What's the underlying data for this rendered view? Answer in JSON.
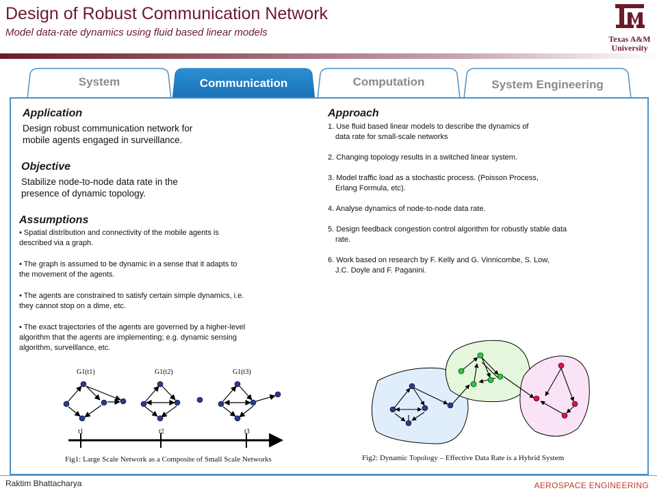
{
  "header": {
    "title": "Design of Robust Communication Network",
    "subtitle": "Model data-rate dynamics using fluid based linear models",
    "logo_text_1": "Texas A&M",
    "logo_text_2": "University",
    "brand_color": "#6b1a2a"
  },
  "tabs": [
    {
      "label": "System",
      "active": false
    },
    {
      "label": "Communication",
      "active": true
    },
    {
      "label": "Computation",
      "active": false
    },
    {
      "label": "System Engineering",
      "active": false
    }
  ],
  "left": {
    "application_heading": "Application",
    "application_lines": [
      "Design robust communication network for",
      "mobile agents engaged in surveillance."
    ],
    "objective_heading": "Objective",
    "objective_lines": [
      "Stabilize node-to-node data rate in the",
      "presence of dynamic topology."
    ],
    "assumptions_heading": "Assumptions",
    "assumptions": [
      [
        "• Spatial distribution and connectivity of the mobile agents is",
        "described via a graph."
      ],
      [
        "• The graph is assumed to be dynamic in a sense that it adapts to",
        "the movement of the agents."
      ],
      [
        "• The agents are constrained to satisfy certain simple dynamics, i.e.",
        "they cannot stop on a dime, etc."
      ],
      [
        "• The exact trajectories of the agents are governed by a higher-level",
        "algorithm that the agents are implementing; e.g. dynamic sensing",
        "algorithm, surveillance, etc."
      ]
    ]
  },
  "right": {
    "approach_heading": "Approach",
    "steps": [
      [
        "1. Use fluid based linear models to describe the dynamics of",
        "data rate for small-scale networks"
      ],
      [
        "2. Changing topology results in a switched linear system."
      ],
      [
        "3. Model traffic load as a stochastic process. (Poisson Process,",
        "Erlang Formula, etc)."
      ],
      [
        "4. Analyse dynamics of node-to-node  data rate."
      ],
      [
        "5. Design feedback congestion control algorithm for  robustly stable data",
        "rate."
      ],
      [
        "6. Work based on research  by F. Kelly and G. Vinnicombe, S. Low,",
        "J.C. Doyle and F. Paganini."
      ]
    ]
  },
  "fig1": {
    "graph_labels": [
      "G1(t1)",
      "G1(t2)",
      "G1(t3)"
    ],
    "time_labels": [
      "t1",
      "t2",
      "t3"
    ],
    "caption": "Fig1: Large Scale Network as a Composite of Small Scale Networks",
    "node_color": "#2b3a8c"
  },
  "fig2": {
    "caption": "Fig2: Dynamic Topology – Effective Data Rate is a Hybrid System",
    "region_colors": [
      "#dfeefa",
      "#e5f7dc",
      "#fbe3f7"
    ],
    "node_colors": [
      "#2b3a8c",
      "#22cc33",
      "#e0104a"
    ]
  },
  "footer": {
    "author": "Raktim Bhattacharya",
    "department": "AEROSPACE ENGINEERING"
  }
}
